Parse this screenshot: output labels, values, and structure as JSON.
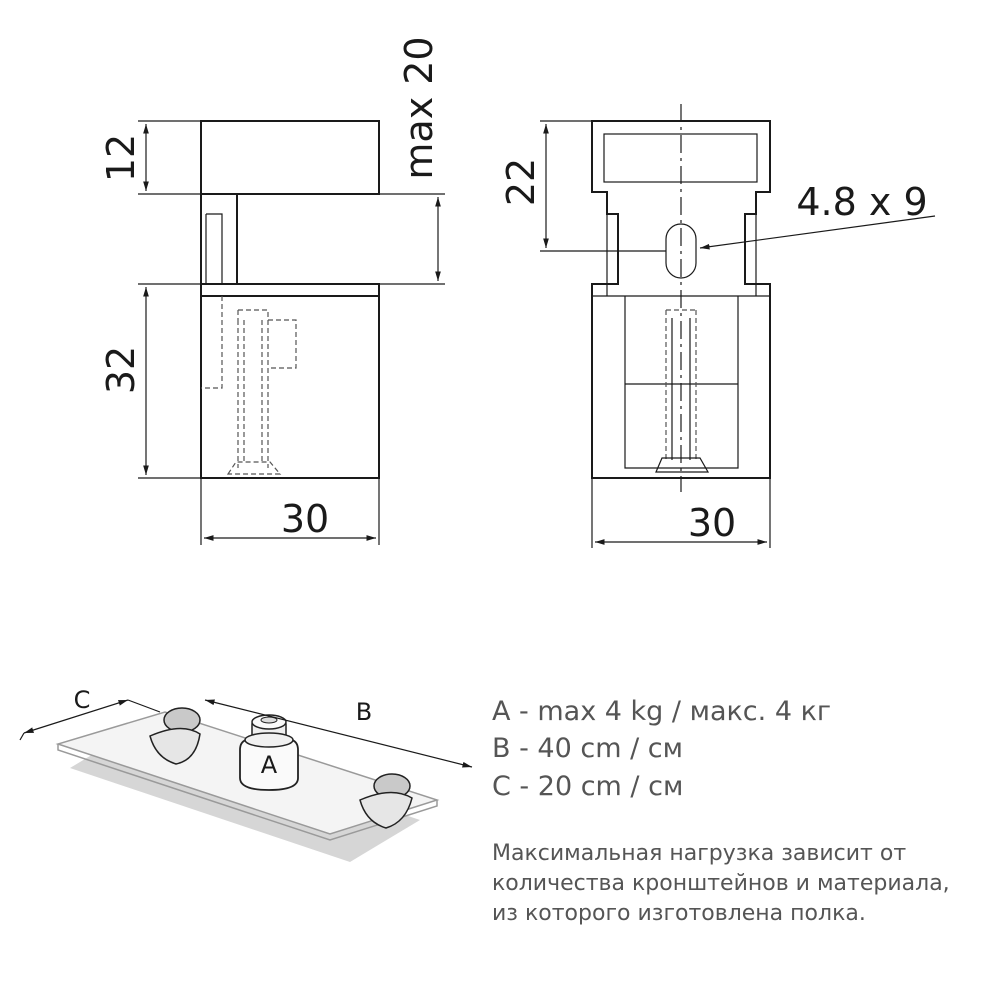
{
  "dimensions": {
    "top_height": "12",
    "max_gap": "max 20",
    "lower_height": "32",
    "width_left": "30",
    "slot_depth": "22",
    "slot_size": "4.8 x 9",
    "width_right": "30"
  },
  "illustration": {
    "label_a": "A",
    "label_b": "B",
    "label_c": "C"
  },
  "specs": [
    "A -  max 4 kg / макс. 4 кг",
    "B -  40 cm / см",
    "C -  20 cm / см"
  ],
  "note": [
    "Максимальная нагрузка зависит от",
    "количества кронштейнов и материала,",
    "из которого изготовлена полка."
  ]
}
